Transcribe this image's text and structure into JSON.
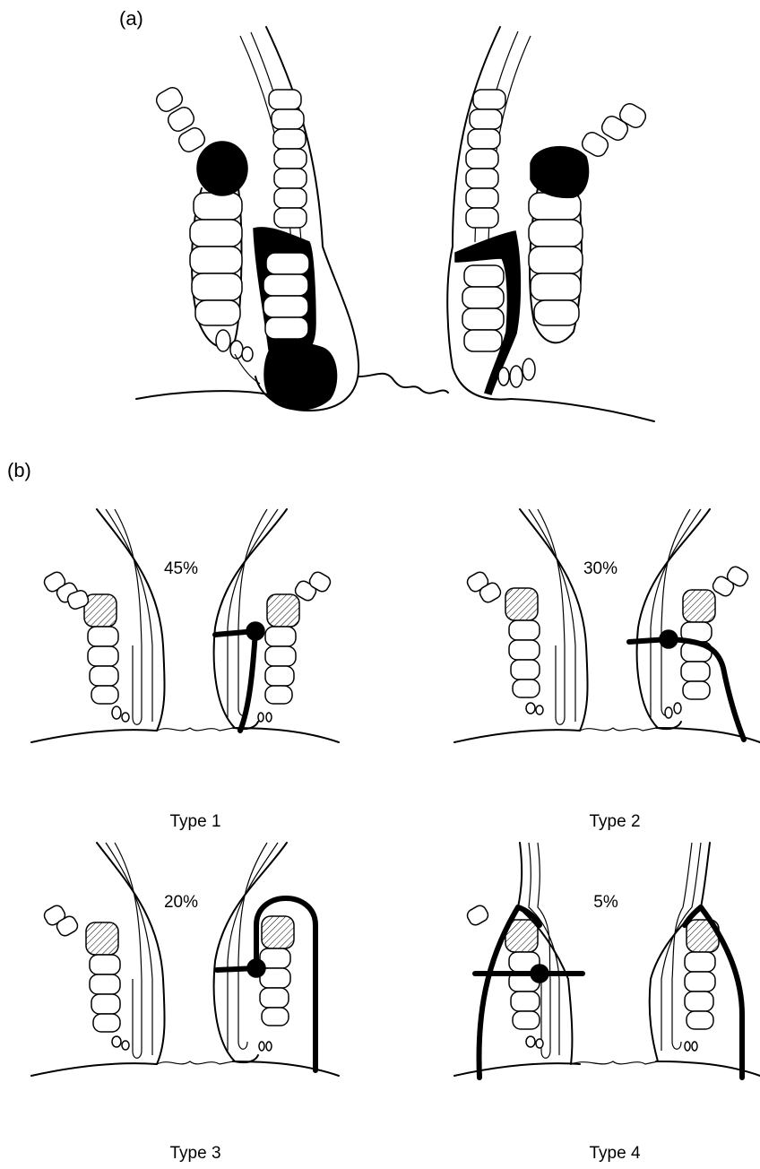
{
  "figure": {
    "panel_a_label": "(a)",
    "panel_b_label": "(b)",
    "types": [
      {
        "label": "Type 1",
        "percent": "45%"
      },
      {
        "label": "Type 2",
        "percent": "30%"
      },
      {
        "label": "Type 3",
        "percent": "20%"
      },
      {
        "label": "Type 4",
        "percent": "5%"
      }
    ]
  }
}
